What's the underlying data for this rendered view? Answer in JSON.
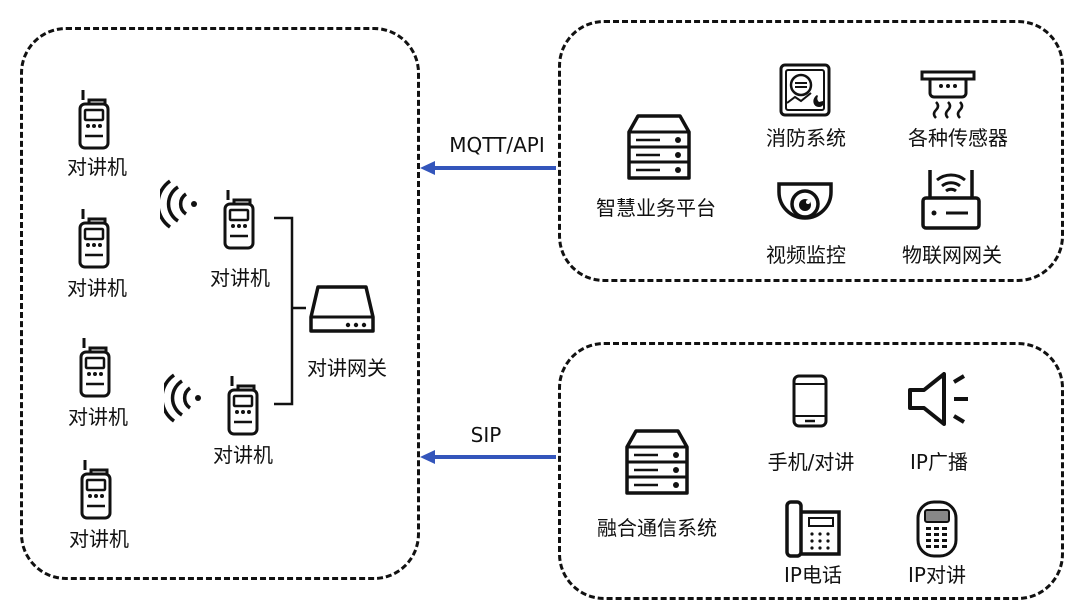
{
  "left_group": {
    "radio_label": "对讲机",
    "gateway_label": "对讲网关"
  },
  "top_right_group": {
    "platform_label": "智慧业务平台",
    "fire_label": "消防系统",
    "sensor_label": "各种传感器",
    "video_label": "视频监控",
    "iot_label": "物联网网关"
  },
  "bottom_right_group": {
    "system_label": "融合通信系统",
    "mobile_label": "手机/对讲",
    "broadcast_label": "IP广播",
    "phone_label": "IP电话",
    "intercom_label": "IP对讲"
  },
  "connections": {
    "top_label": "MQTT/API",
    "bottom_label": "SIP"
  },
  "colors": {
    "arrow": "#3355bb",
    "line": "#111111"
  }
}
